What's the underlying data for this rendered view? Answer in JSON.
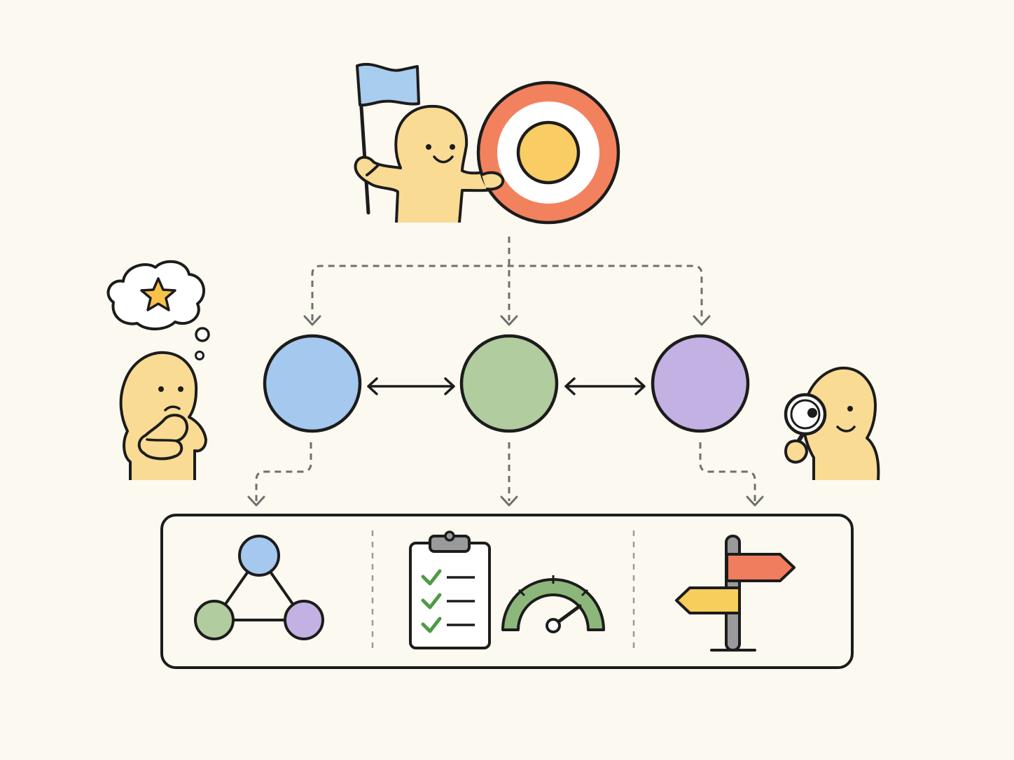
{
  "colors": {
    "background": "#fcf9f0",
    "outline": "#1c1c1c",
    "character": "#f9db94",
    "flag": "#a9cdee",
    "target_outer": "#f2825e",
    "target_ring": "#ffffff",
    "target_center": "#f9cd63",
    "node_blue": "#a5c8ee",
    "node_green": "#b1cc9f",
    "node_purple": "#c3b1e3",
    "connector": "#6f6f6f",
    "star": "#f8c24a",
    "check": "#4f9a46",
    "gauge": "#8db77a",
    "sign_red": "#ef7d5e",
    "sign_yellow": "#f7cd5b",
    "post": "#9a9a9a"
  },
  "diagram": {
    "top": {
      "character": "smiling-character-with-flag",
      "icon": "target-icon"
    },
    "nodes": [
      {
        "name": "node-blue",
        "color_key": "node_blue"
      },
      {
        "name": "node-green",
        "color_key": "node_green"
      },
      {
        "name": "node-purple",
        "color_key": "node_purple"
      }
    ],
    "side_characters": [
      "thinking-character",
      "character-with-magnifying-glass"
    ],
    "panel_icons": [
      "network-triangle-icon",
      "checklist-clipboard-icon",
      "gauge-icon",
      "signpost-icon"
    ]
  }
}
